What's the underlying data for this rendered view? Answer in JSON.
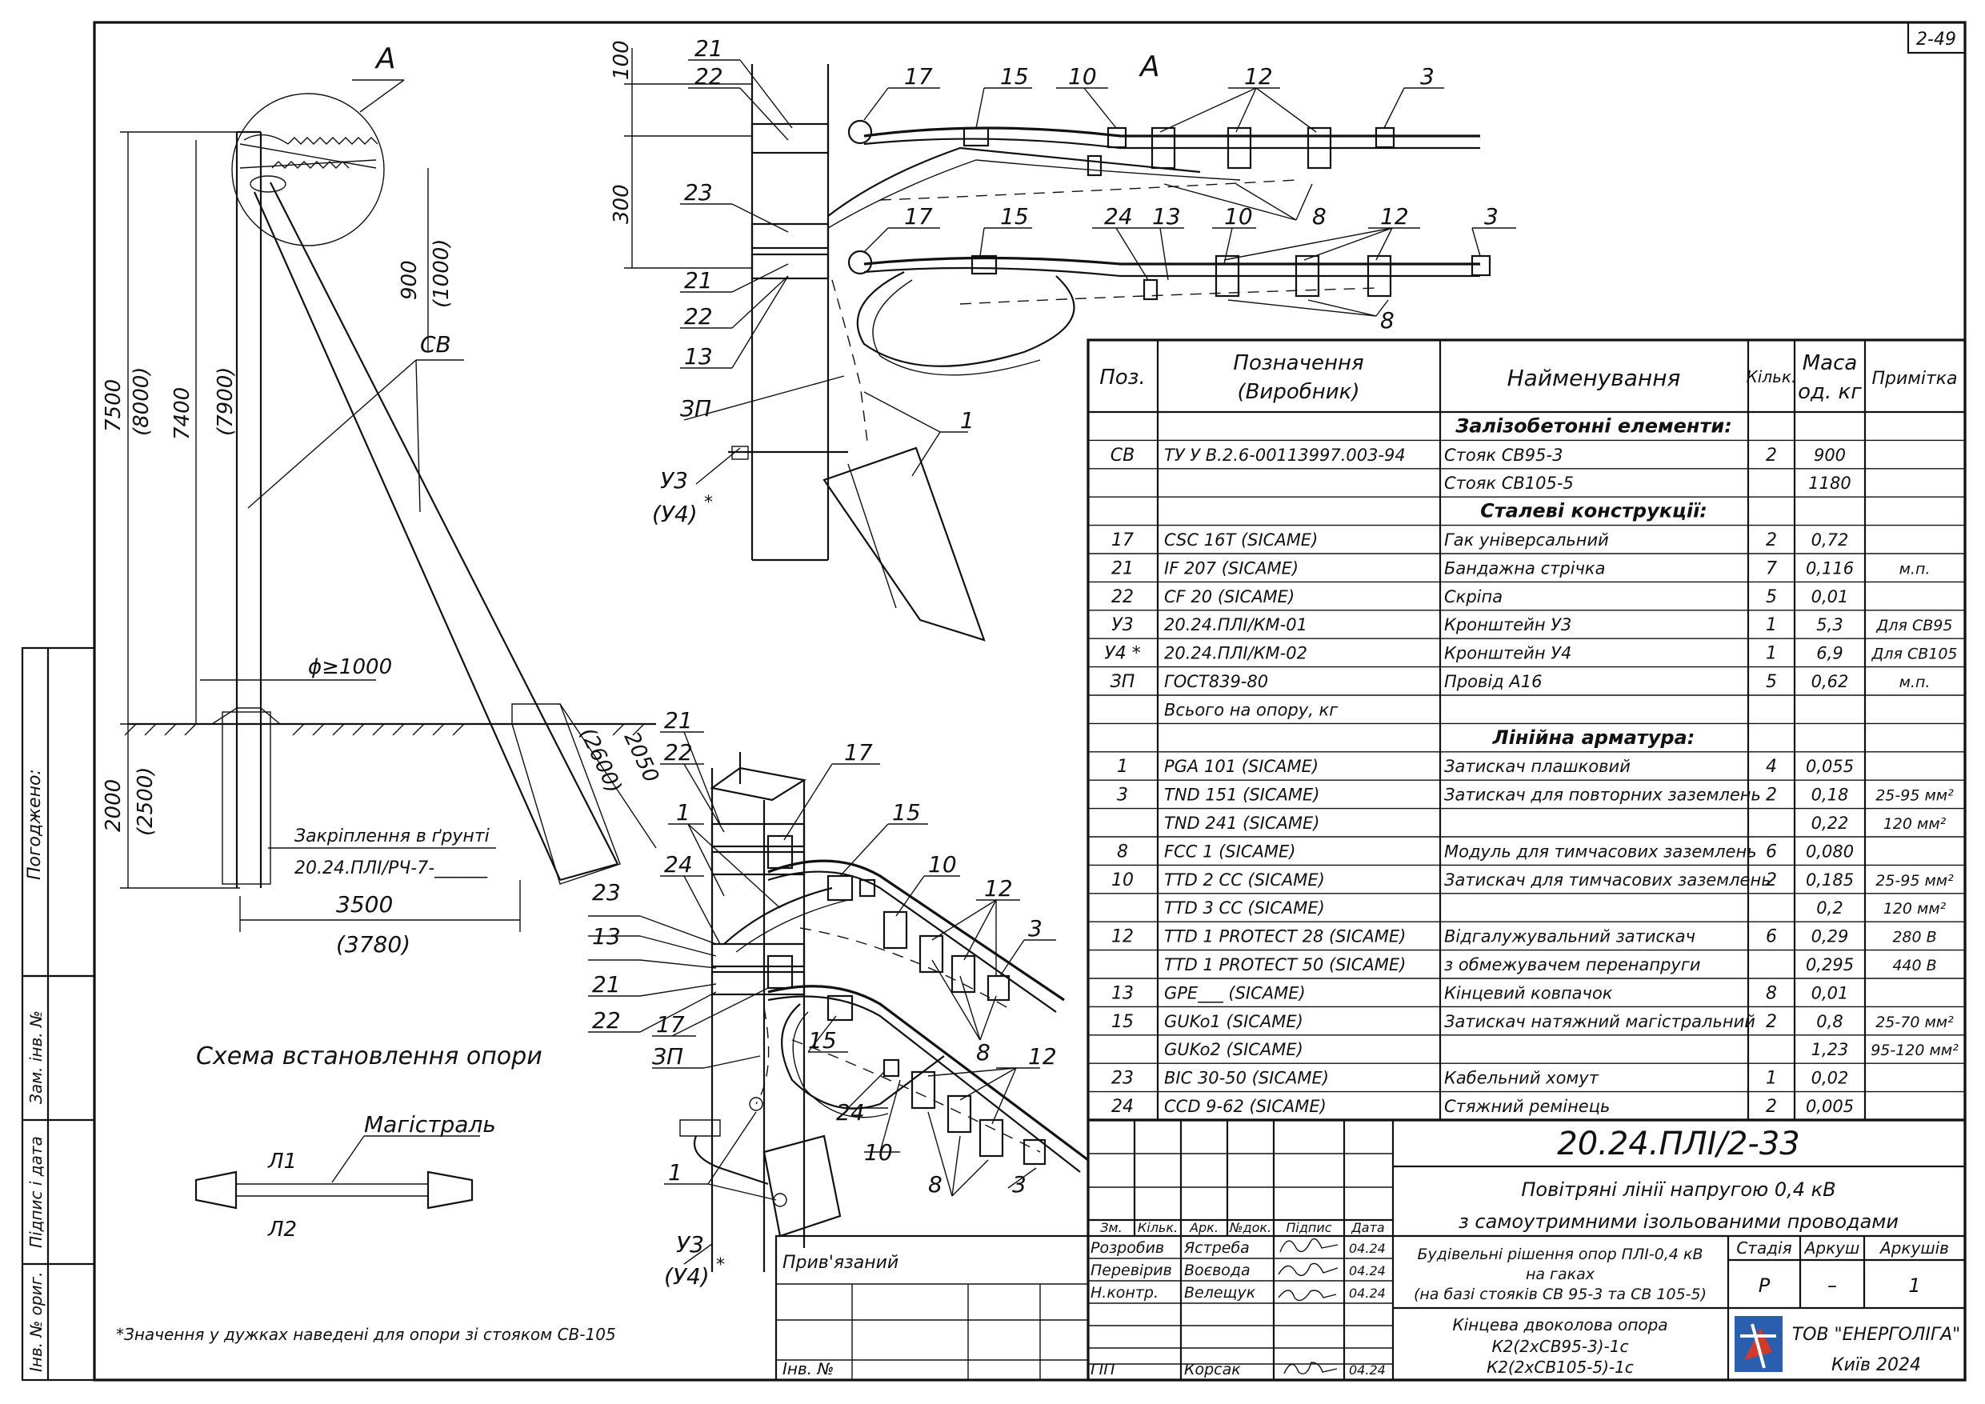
{
  "sheet": {
    "sheet_no": "2-49",
    "approved_label": "Погоджено:",
    "side_labels": [
      "Інв. № ориг.",
      "Підпис і дата",
      "Зам. інв. №"
    ]
  },
  "left_view": {
    "view_label": "А",
    "dims": {
      "d7500": "7500",
      "d8000": "(8000)",
      "d7400": "7400",
      "d7900": "(7900)",
      "d900": "900",
      "d1000": "(1000)",
      "d2000": "2000",
      "d2500": "(2500)",
      "d3500": "3500",
      "d3780": "(3780)",
      "d2050": "2050",
      "d2600": "(2600)",
      "phi": "ϕ≥1000",
      "star": "*"
    },
    "cv_label": "СВ",
    "ground_fix_label": "Закріплення в ґрунті",
    "ground_fix_code": "20.24.ПЛІ/РЧ-7-______",
    "schema_title": "Схема встановлення опори",
    "mainline_label": "Магістраль",
    "l1": "Л1",
    "l2": "Л2",
    "footnote": "*Значення у дужках наведені для опори зі стояком СВ-105"
  },
  "detail_a": {
    "view_label": "А",
    "dim_100": "100",
    "dim_300": "300",
    "callouts": {
      "c21a": "21",
      "c22a": "22",
      "c17a": "17",
      "c15a": "15",
      "c10a": "10",
      "c12a": "12",
      "c3a": "3",
      "c23": "23",
      "c17b": "17",
      "c15b": "15",
      "c24": "24",
      "c13a": "13",
      "c10b": "10",
      "c12b": "12",
      "c3b": "3",
      "c21b": "21",
      "c22b": "22",
      "c13b": "13",
      "c8a": "8",
      "c8b": "8",
      "c3p": "ЗП",
      "c1": "1",
      "cu3": "У3",
      "cu4": "(У4)",
      "star": "*"
    }
  },
  "iso_view": {
    "callouts": {
      "c21": "21",
      "c22": "22",
      "c17": "17",
      "c15": "15",
      "c1": "1",
      "c24": "24",
      "c10": "10",
      "c12a": "12",
      "c23": "23",
      "c13": "13",
      "c21b": "21",
      "c22b": "22",
      "c17b": "17",
      "c3": "3",
      "c8a": "8",
      "c3p": "ЗП",
      "c15b": "15",
      "c24b": "24",
      "c12b": "12",
      "c10b": "10",
      "c8b": "8",
      "c3b": "3",
      "c1b": "1",
      "cu3": "У3",
      "cu4": "(У4)",
      "star": "*"
    }
  },
  "spec_table": {
    "headers": {
      "pos": "Поз.",
      "designation1": "Позначення",
      "designation2": "(Виробник)",
      "name": "Найменування",
      "qty": "Кільк.",
      "mass1": "Маса",
      "mass2": "од. кг",
      "note": "Примітка"
    },
    "rows": [
      {
        "pos": "",
        "des": "",
        "name": "Залізобетонні елементи:",
        "qty": "",
        "mass": "",
        "note": "",
        "section": true
      },
      {
        "pos": "СВ",
        "des": "ТУ У В.2.6-00113997.003-94",
        "name": "Стояк СВ95-3",
        "qty": "2",
        "mass": "900",
        "note": ""
      },
      {
        "pos": "",
        "des": "",
        "name": "Стояк СВ105-5",
        "qty": "",
        "mass": "1180",
        "note": ""
      },
      {
        "pos": "",
        "des": "",
        "name": "Сталеві конструкції:",
        "qty": "",
        "mass": "",
        "note": "",
        "section": true
      },
      {
        "pos": "17",
        "des": "CSC 16T   (SICAME)",
        "name": "Гак універсальний",
        "qty": "2",
        "mass": "0,72",
        "note": ""
      },
      {
        "pos": "21",
        "des": "IF 207   (SICAME)",
        "name": "Бандажна стрічка",
        "qty": "7",
        "mass": "0,116",
        "note": "м.п."
      },
      {
        "pos": "22",
        "des": "CF 20   (SICAME)",
        "name": "Скріпа",
        "qty": "5",
        "mass": "0,01",
        "note": ""
      },
      {
        "pos": "У3",
        "des": "20.24.ПЛІ/КМ-01",
        "name": "Кронштейн У3",
        "qty": "1",
        "mass": "5,3",
        "note": "Для СВ95"
      },
      {
        "pos": "У4 *",
        "des": "20.24.ПЛІ/КМ-02",
        "name": "Кронштейн У4",
        "qty": "1",
        "mass": "6,9",
        "note": "Для СВ105"
      },
      {
        "pos": "ЗП",
        "des": "ГОСТ839-80",
        "name": "Провід А16",
        "qty": "5",
        "mass": "0,62",
        "note": "м.п."
      },
      {
        "pos": "",
        "des": "Всього на опору, кг",
        "name": "",
        "qty": "",
        "mass": "",
        "note": ""
      },
      {
        "pos": "",
        "des": "",
        "name": "Лінійна арматура:",
        "qty": "",
        "mass": "",
        "note": "",
        "section": true
      },
      {
        "pos": "1",
        "des": "PGA 101   (SICAME)",
        "name": "Затискач плашковий",
        "qty": "4",
        "mass": "0,055",
        "note": ""
      },
      {
        "pos": "3",
        "des": "TND 151   (SICAME)",
        "name": "Затискач для повторних заземлень",
        "qty": "2",
        "mass": "0,18",
        "note": "25-95 мм²"
      },
      {
        "pos": "",
        "des": "TND 241   (SICAME)",
        "name": "",
        "qty": "",
        "mass": "0,22",
        "note": "120 мм²"
      },
      {
        "pos": "8",
        "des": "FCC 1   (SICAME)",
        "name": "Модуль для тимчасових заземлень",
        "qty": "6",
        "mass": "0,080",
        "note": ""
      },
      {
        "pos": "10",
        "des": "TTD 2 CC   (SICAME)",
        "name": "Затискач для тимчасових заземлень",
        "qty": "2",
        "mass": "0,185",
        "note": "25-95 мм²"
      },
      {
        "pos": "",
        "des": "TTD 3 CC   (SICAME)",
        "name": "",
        "qty": "",
        "mass": "0,2",
        "note": "120 мм²"
      },
      {
        "pos": "12",
        "des": "TTD 1 PROTECT 28   (SICAME)",
        "name": "Відгалужувальний затискач",
        "qty": "6",
        "mass": "0,29",
        "note": "280 В"
      },
      {
        "pos": "",
        "des": "TTD 1 PROTECT 50   (SICAME)",
        "name": "з обмежувачем перенапруги",
        "qty": "",
        "mass": "0,295",
        "note": "440 В"
      },
      {
        "pos": "13",
        "des": "GPE___   (SICAME)",
        "name": "Кінцевий ковпачок",
        "qty": "8",
        "mass": "0,01",
        "note": ""
      },
      {
        "pos": "15",
        "des": "GUKo1   (SICAME)",
        "name": "Затискач натяжний магістральний",
        "qty": "2",
        "mass": "0,8",
        "note": "25-70 мм²"
      },
      {
        "pos": "",
        "des": "GUKo2   (SICAME)",
        "name": "",
        "qty": "",
        "mass": "1,23",
        "note": "95-120 мм²"
      },
      {
        "pos": "23",
        "des": "BIC 30-50   (SICAME)",
        "name": "Кабельний хомут",
        "qty": "1",
        "mass": "0,02",
        "note": ""
      },
      {
        "pos": "24",
        "des": "CCD 9-62   (SICAME)",
        "name": "Стяжний ремінець",
        "qty": "2",
        "mass": "0,005",
        "note": ""
      }
    ]
  },
  "title_block": {
    "doc_code": "20.24.ПЛІ/2-33",
    "subject1": "Повітряні лінії напругою 0,4 кВ",
    "subject2": "з самоутримними ізольованими проводами",
    "project1": "Будівельні рішення опор ПЛІ-0,4 кВ",
    "project2": "на гаках",
    "project3": "(на базі стояків СВ 95-3 та СВ 105-5)",
    "drawing1": "Кінцева двоколова опора",
    "drawing2": "К2(2хСВ95-3)-1с",
    "drawing3": "К2(2хСВ105-5)-1с",
    "stage_label": "Стадія",
    "sheet_label": "Аркуш",
    "sheets_label": "Аркушів",
    "stage": "Р",
    "sheet": "–",
    "sheets": "1",
    "company": "ТОВ \"ЕНЕРГОЛІГА\"",
    "city": "Київ 2024",
    "bound_label": "Прив'язаний",
    "inv_label": "Інв. №",
    "col_headers": [
      "Зм.",
      "Кільк.",
      "Арк.",
      "№док.",
      "Підпис",
      "Дата"
    ],
    "signers": [
      {
        "role": "Розробив",
        "name": "Ястреба",
        "date": "04.24"
      },
      {
        "role": "Перевірив",
        "name": "Воєвода",
        "date": "04.24"
      },
      {
        "role": "Н.контр.",
        "name": "Велещук",
        "date": "04.24"
      },
      {
        "role": "ГІП",
        "name": "Корсак",
        "date": "04.24"
      }
    ],
    "brand_color": "#2a5fb0",
    "accent_color": "#d23a2a"
  }
}
